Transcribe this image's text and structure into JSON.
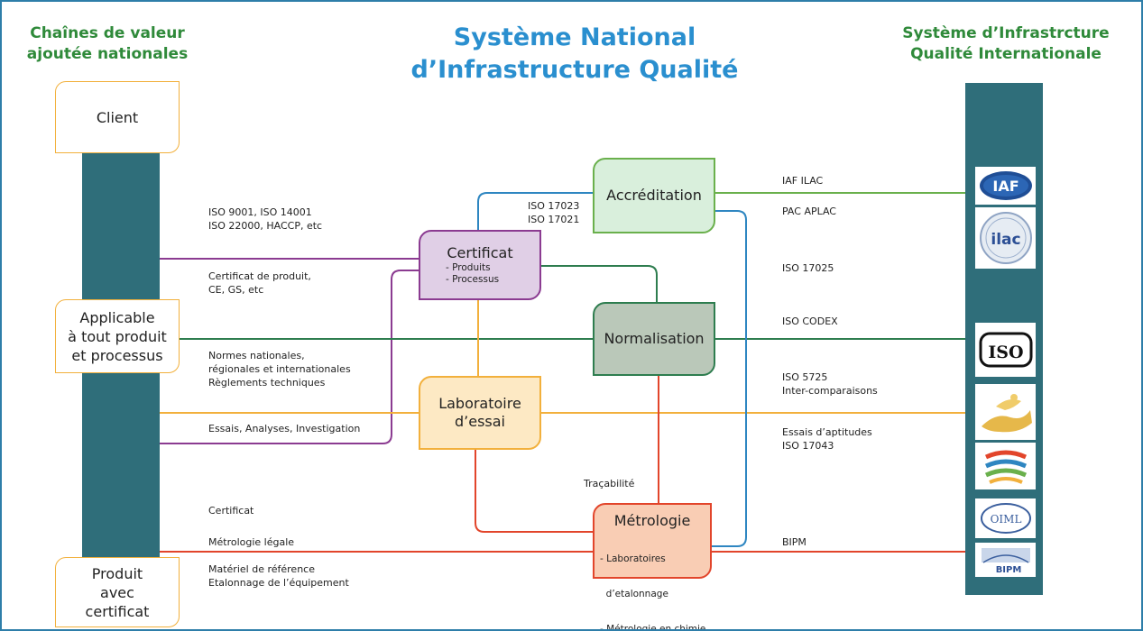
{
  "title": {
    "line1": "Système National",
    "line2": "d’Infrastructure Qualité"
  },
  "left_header": {
    "line1": "Chaînes de valeur",
    "line2": "ajoutée nationales"
  },
  "right_header": {
    "line1": "Système d’Infrastrcture",
    "line2": "Qualité Internationale"
  },
  "left_boxes": {
    "client": "Client",
    "applicable": [
      "Applicable",
      "à tout produit",
      "et processus"
    ],
    "produit": [
      "Produit",
      "avec",
      "certificat"
    ]
  },
  "nodes": {
    "accreditation": {
      "title": "Accréditation"
    },
    "certificat": {
      "title": "Certificat",
      "items": [
        "- Produits",
        "- Processus"
      ]
    },
    "normalisation": {
      "title": "Normalisation"
    },
    "laboratoire": {
      "title": [
        "Laboratoire",
        "d’essai"
      ]
    },
    "metrologie": {
      "title": "Métrologie",
      "items": [
        "- Laboratoires",
        "  d’etalonnage",
        "- Métrologie en chimie"
      ]
    }
  },
  "left_labels": {
    "iso9001": [
      "ISO 9001, ISO 14001",
      "ISO 22000, HACCP, etc"
    ],
    "certif_produit": [
      "Certificat de produit,",
      "CE, GS, etc"
    ],
    "normes": [
      "Normes nationales,",
      "régionales et internationales",
      "Règlements techniques"
    ],
    "essais": "Essais, Analyses, Investigation",
    "certificat": "Certificat",
    "metro_legale": "Métrologie légale",
    "materiel": [
      "Matériel de référence",
      "Etalonnage de l’équipement"
    ]
  },
  "center_labels": {
    "iso17023": [
      "ISO 17023",
      "ISO 17021"
    ],
    "tracabilite": "Traçabilité"
  },
  "right_labels": {
    "iaf_ilac": "IAF ILAC",
    "pac_aplac": "PAC APLAC",
    "iso17025": "ISO 17025",
    "iso_codex": "ISO CODEX",
    "iso5725": [
      "ISO 5725",
      "Inter-comparaisons"
    ],
    "essais_aptitudes": [
      "Essais d’aptitudes",
      "ISO 17043"
    ],
    "bipm": "BIPM"
  },
  "logos": {
    "iaf": "IAF",
    "ilac": "ilac",
    "iso": "ISO",
    "oiml": "OIML",
    "bipm": "BIPM"
  },
  "colors": {
    "frame": "#2e7ea9",
    "column": "#2f6e7a",
    "title": "#2a8fcf",
    "header_green": "#2f8a3a",
    "purple": "#8b3b91",
    "green": "#2e7d4f",
    "yellow": "#f2b03c",
    "red": "#e2452b",
    "blue": "#2e86c1",
    "lightgreen": "#6ab04c"
  }
}
